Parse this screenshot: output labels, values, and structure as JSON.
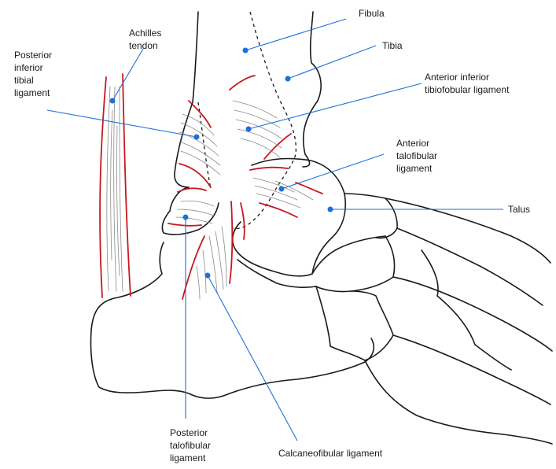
{
  "colors": {
    "leader": "#1e6fd9",
    "ligament_edge": "#c8181e",
    "bone_outline": "#1a1a1a",
    "fiber": "#8a8a8a"
  },
  "labels": {
    "fibula": [
      "Fibula"
    ],
    "tibia": [
      "Tibia"
    ],
    "achilles": [
      "Achilles",
      "tendon"
    ],
    "post_inf_tibial": [
      "Posterior",
      "inferior",
      "tibial",
      "ligament"
    ],
    "ant_inf_tibiofibular": [
      "Anterior inferior",
      "tibiofobular ligament"
    ],
    "ant_talofibular": [
      "Anterior",
      "talofibular",
      "ligament"
    ],
    "talus": [
      "Talus"
    ],
    "post_talofibular": [
      "Posterior",
      "talofibular",
      "ligament"
    ],
    "calcaneofibular": [
      "Calcaneofibular ligament"
    ]
  }
}
